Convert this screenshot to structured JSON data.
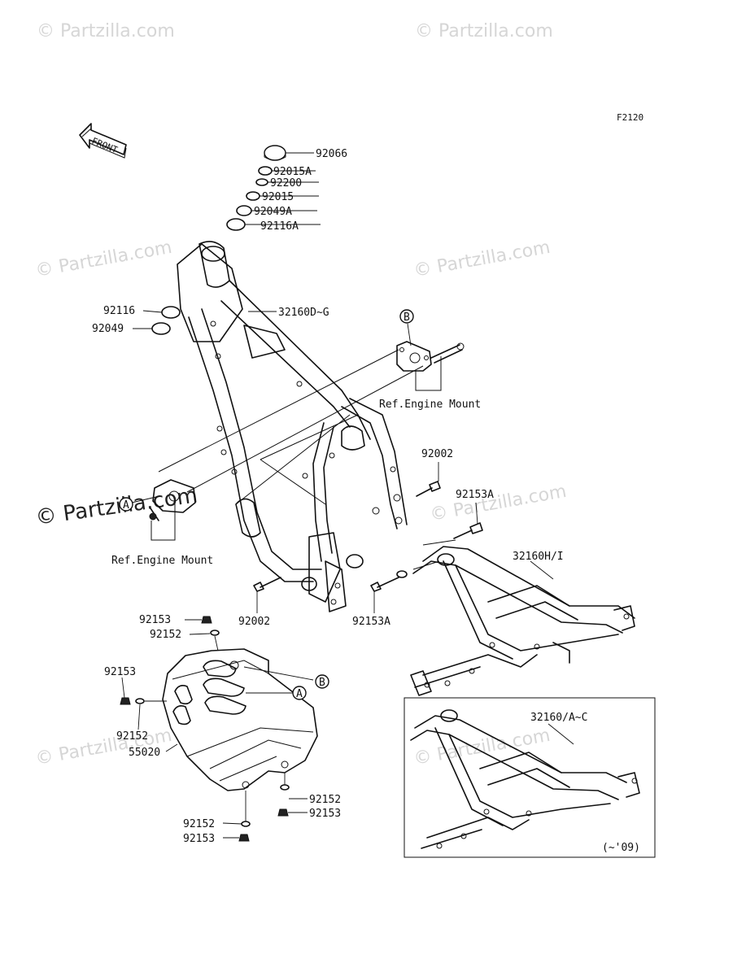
{
  "figure_code": "F2120",
  "front_label": "FRONT",
  "watermark": "© Partzilla.com",
  "parts": {
    "p92066": "92066",
    "p92015A": "92015A",
    "p92200": "92200",
    "p92015": "92015",
    "p92049A": "92049A",
    "p92116A": "92116A",
    "p92116": "92116",
    "p92049": "92049",
    "p32160DG": "32160D~G",
    "p92002_top": "92002",
    "p92153A_top": "92153A",
    "p32160HI": "32160H/I",
    "p92002_bottom": "92002",
    "p92153A_bottom": "92153A",
    "p92153_a": "92153",
    "p92152_a": "92152",
    "p92153_b": "92153",
    "p92152_b": "92152",
    "p55020": "55020",
    "p92152_c": "92152",
    "p92153_c": "92153",
    "p92152_d": "92152",
    "p92153_d": "92153",
    "p32160AC": "32160/A~C"
  },
  "refs": {
    "engine_mount_upper": "Ref.Engine Mount",
    "engine_mount_lower": "Ref.Engine Mount",
    "marker_a": "A",
    "marker_b": "B",
    "marker_a2": "A",
    "marker_b2": "B"
  },
  "inset_note": "(~'09)"
}
